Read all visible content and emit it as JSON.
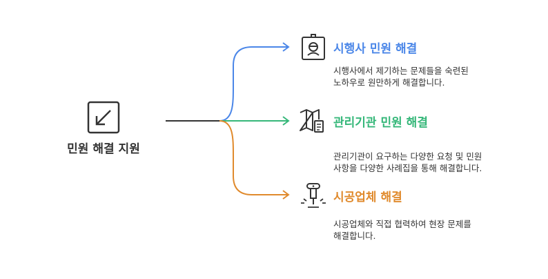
{
  "root": {
    "label": "민원 해결 지원",
    "icon": "diagonal-arrow-icon"
  },
  "branches": [
    {
      "title": "시행사 민원 해결",
      "color": "#4a86e8",
      "icon": "developer-badge-icon",
      "desc_lines": [
        "시행사에서 제기하는 문제들을 숙련된",
        "노하우로 원만하게 해결합니다."
      ]
    },
    {
      "title": "관리기관 민원 해결",
      "color": "#35b779",
      "icon": "map-document-icon",
      "desc_lines": [
        "관리기관이 요구하는 다양한 요청 및 민원",
        "사항을 다양한 사례집을  통해 해결합니다."
      ]
    },
    {
      "title": "시공업체 해결",
      "color": "#e08a2c",
      "icon": "jackhammer-icon",
      "desc_lines": [
        "시공업체와 직접 협력하여 현장 문제를",
        "해결합니다."
      ]
    }
  ]
}
